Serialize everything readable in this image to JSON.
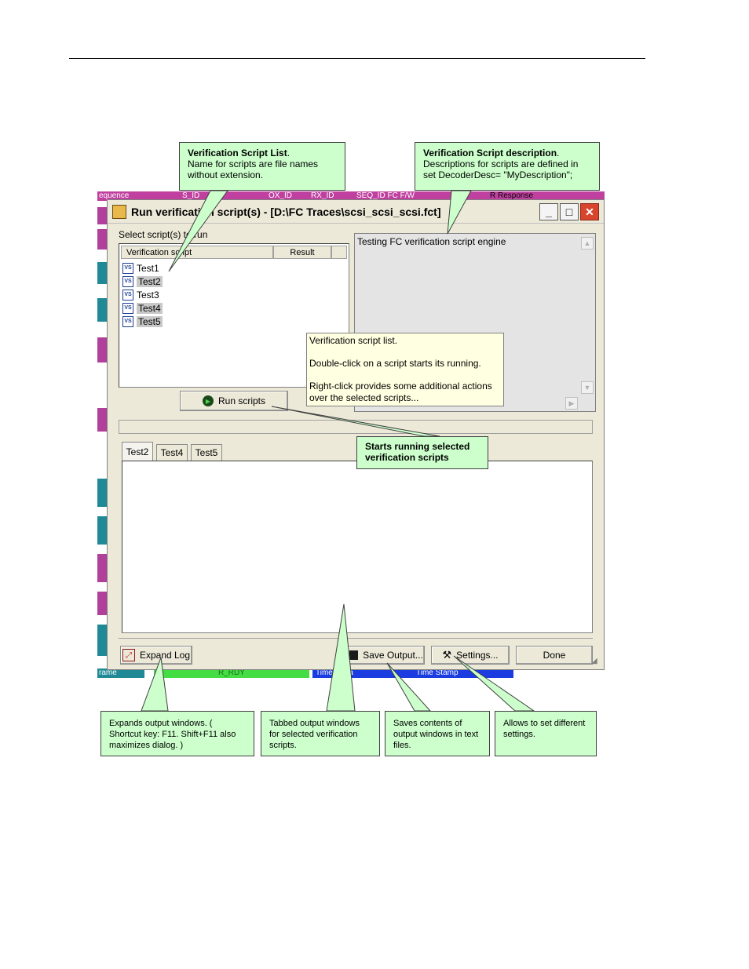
{
  "dialog": {
    "title": "Run verification script(s) - [D:\\FC Traces\\scsi_scsi_scsi.fct]",
    "select_label": "Select script(s) to run",
    "list_headers": [
      "Verification script",
      "Result"
    ],
    "scripts": [
      "Test1",
      "Test2",
      "Test3",
      "Test4",
      "Test5"
    ],
    "description_text": "Testing FC verification script engine",
    "run_button": "Run scripts",
    "tabs": [
      "Test2",
      "Test4",
      "Test5"
    ],
    "expand_log_button": "Expand Log",
    "save_output_button": "Save Output...",
    "settings_button": "Settings...",
    "done_button": "Done"
  },
  "tooltip": {
    "line1": "Verification script list.",
    "line2": "Double-click on a script starts its running.",
    "line3": "Right-click provides some additional actions",
    "line4": "over the selected scripts..."
  },
  "background_trace": {
    "top_cells": [
      "equence",
      "S_ID",
      "OX_ID",
      "RX_ID",
      "SEQ_ID FC F/W",
      "R Response"
    ],
    "bottom_cells": [
      "rame",
      "R_RDY",
      "Time Delta",
      "Time Stamp"
    ]
  },
  "callouts": {
    "script_list_title": "Verification Script List",
    "script_list_body": "Name for scripts are file names without extension.",
    "description_title": "Verification Script description",
    "description_body": "Descriptions for scripts are defined in set DecoderDesc=  \"MyDescription\";",
    "run_scripts": "Starts running selected verification scripts",
    "expand": "Expands output windows. ( Shortcut key: F11. Shift+F11 also maximizes dialog. )",
    "tabbed": "Tabbed output windows for selected verification scripts.",
    "save": "Saves contents of output windows in text files.",
    "settings": "Allows to set different settings."
  },
  "colors": {
    "callout_bg": "#ccffcc",
    "tooltip_bg": "#ffffe1",
    "trace_magenta": "#b0409a",
    "trace_teal": "#1f8a95",
    "trace_green": "#44dd44",
    "trace_blue": "#1a3ce0"
  }
}
